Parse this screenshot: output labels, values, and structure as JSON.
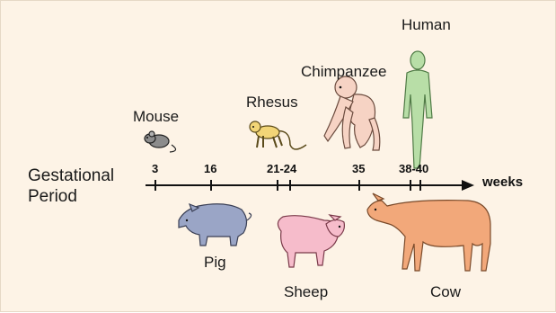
{
  "axis": {
    "title": "Gestational\nPeriod",
    "units": "weeks",
    "ticks": [
      "3",
      "16",
      "21-24",
      "35",
      "38-40"
    ]
  },
  "animals": [
    {
      "name": "Mouse",
      "weeks": "3",
      "color": "#8c8c8c",
      "icon": "mouse-icon"
    },
    {
      "name": "Pig",
      "weeks": "16",
      "color": "#9aa5c6",
      "icon": "pig-icon"
    },
    {
      "name": "Rhesus",
      "weeks": "21-24",
      "color": "#f2d577",
      "icon": "rhesus-icon"
    },
    {
      "name": "Sheep",
      "weeks": "21-24",
      "color": "#f6bccb",
      "icon": "sheep-icon"
    },
    {
      "name": "Chimpanzee",
      "weeks": "35",
      "color": "#f6d3c4",
      "icon": "chimpanzee-icon"
    },
    {
      "name": "Human",
      "weeks": "38-40",
      "color": "#b8dea7",
      "icon": "human-icon"
    },
    {
      "name": "Cow",
      "weeks": "38-40",
      "color": "#f2a87a",
      "icon": "cow-icon"
    }
  ]
}
